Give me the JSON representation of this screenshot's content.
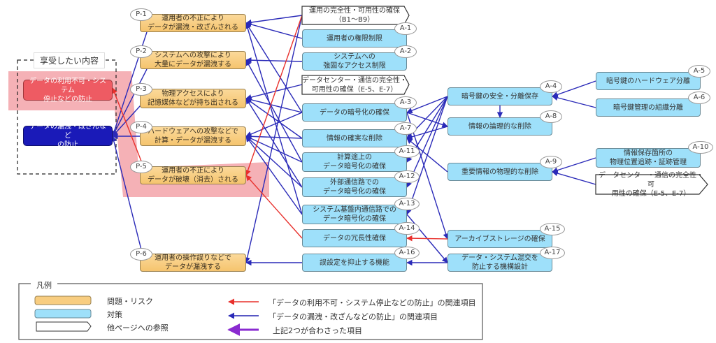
{
  "goal_panel": {
    "title": "享受したい内容",
    "goals": [
      {
        "id": "G-red",
        "label": "データの利用不可・システム\n停止などの防止"
      },
      {
        "id": "G-blue",
        "label": "データの漏洩・改ざんなど\nの防止"
      }
    ]
  },
  "risks": [
    {
      "id": "P-1",
      "label": "運用者の不正により\nデータが漏洩・改ざんされる"
    },
    {
      "id": "P-2",
      "label": "システムへの攻撃により\n大量にデータが漏洩する"
    },
    {
      "id": "P-3",
      "label": "物理アクセスにより\n記憶媒体などが持ち出される"
    },
    {
      "id": "P-4",
      "label": "ハードウェアへの攻撃などで\n計算・データが漏洩する"
    },
    {
      "id": "P-5",
      "label": "運用者の不正により\nデータが破壊（消去）される"
    },
    {
      "id": "P-6",
      "label": "運用者の操作誤りなどで\nデータが漏洩する"
    }
  ],
  "measures": [
    {
      "id": "A-1",
      "label": "運用者の権限制限"
    },
    {
      "id": "A-2",
      "label": "システムへの\n強固なアクセス制限"
    },
    {
      "id": "A-3",
      "label": "データの暗号化の確保"
    },
    {
      "id": "A-7",
      "label": "情報の確実な削除"
    },
    {
      "id": "A-11",
      "label": "計算途上の\nデータ暗号化の確保"
    },
    {
      "id": "A-12",
      "label": "外部通信路での\nデータ暗号化の確保"
    },
    {
      "id": "A-13",
      "label": "システム基盤内通信路での\nデータ暗号化の確保"
    },
    {
      "id": "A-14",
      "label": "データの冗長性確保"
    },
    {
      "id": "A-16",
      "label": "誤設定を抑止する機能"
    },
    {
      "id": "A-4",
      "label": "暗号鍵の安全・分離保存"
    },
    {
      "id": "A-8",
      "label": "情報の論理的な削除"
    },
    {
      "id": "A-9",
      "label": "重要情報の物理的な削除"
    },
    {
      "id": "A-15",
      "label": "アーカイブストレージの確保"
    },
    {
      "id": "A-17",
      "label": "データ・システム混交を\n防止する機構設計"
    },
    {
      "id": "A-5",
      "label": "暗号鍵のハードウェア分離"
    },
    {
      "id": "A-6",
      "label": "暗号鍵管理の組織分離"
    },
    {
      "id": "A-10",
      "label": "情報保存箇所の\n物理位置追跡・証跡管理"
    }
  ],
  "references": [
    {
      "id": "R-1",
      "label": "運用の完全性・可用性の確保\n（B1～B9）"
    },
    {
      "id": "R-2",
      "label": "データセンター・通信の完全性・\n可用性の確保（E-5、E-7）"
    },
    {
      "id": "R-3",
      "label": "データセンター・通信の完全性・可\n用性の確保（E-5、E-7）"
    }
  ],
  "legend": {
    "title": "凡例",
    "shapes": [
      {
        "kind": "risk",
        "label": "問題・リスク"
      },
      {
        "kind": "measure",
        "label": "対策"
      },
      {
        "kind": "reference",
        "label": "他ページへの参照"
      }
    ],
    "arrows": [
      {
        "color": "#e8302c",
        "label": "「データの利用不可・システム停止などの防止」の関連項目"
      },
      {
        "color": "#2020b0",
        "label": "「データの漏洩・改ざんなどの防止」の関連項目"
      },
      {
        "color": "#8a2bd0",
        "label": "上記2つが合わさった項目"
      }
    ]
  },
  "colors": {
    "red": "#e8302c",
    "blue": "#2a2ab8",
    "purple": "#8a2bd0",
    "highlight": "#f4a9ae",
    "risk_fill": "#f8cd80",
    "measure_fill": "#9ee0fa"
  }
}
